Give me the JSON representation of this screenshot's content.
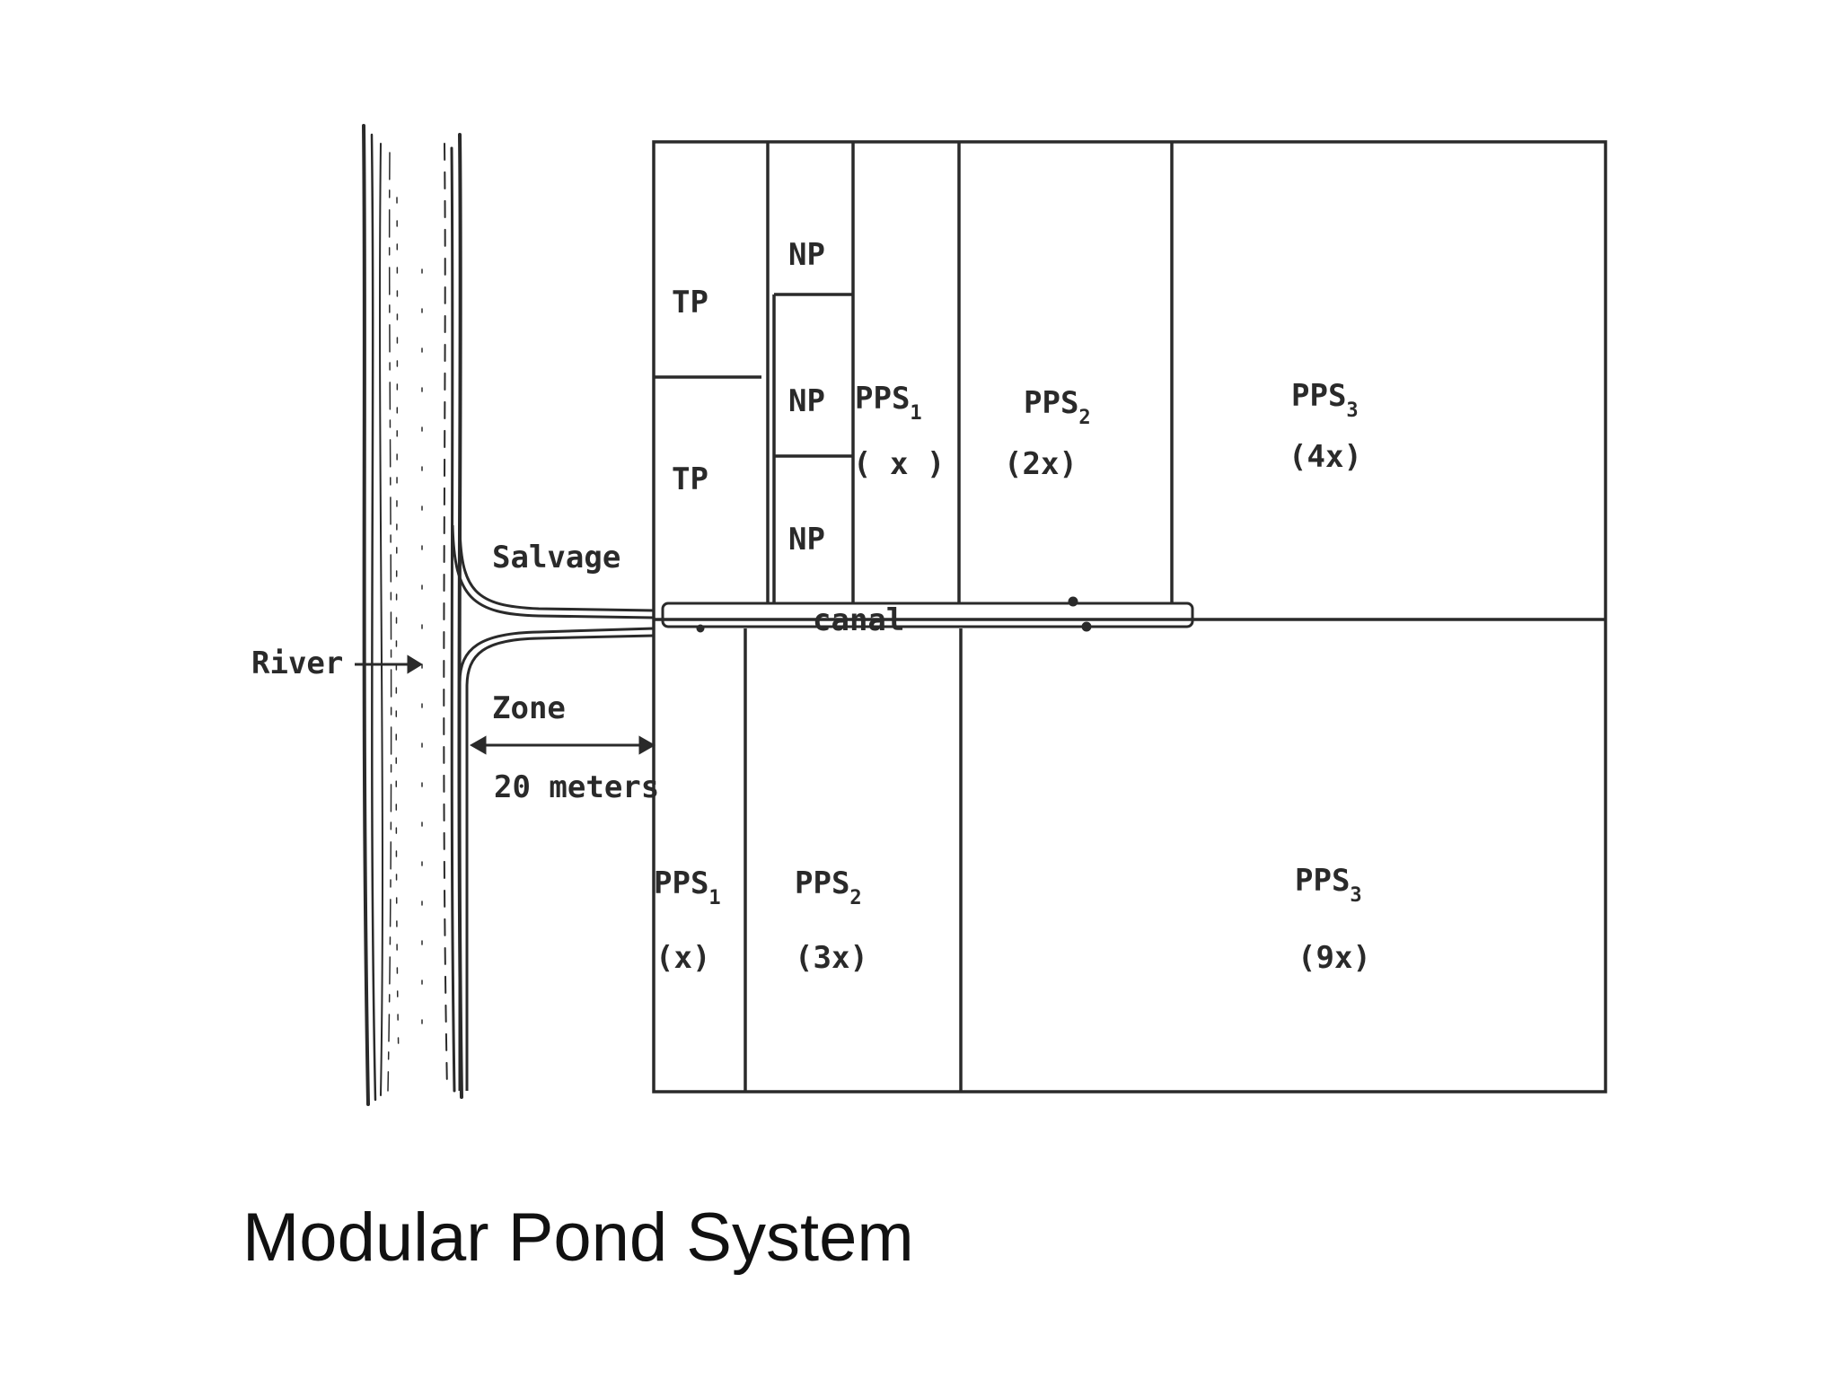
{
  "caption": "Modular Pond System",
  "colors": {
    "line": "#2a2a2a",
    "background": "#ffffff"
  },
  "labels": {
    "river": "River",
    "salvage": "Salvage",
    "zone": "Zone",
    "distance": "20 meters",
    "canal": "canal"
  },
  "ponds": {
    "tp_top": "TP",
    "tp_bottom": "TP",
    "np_top": "NP",
    "np_mid": "NP",
    "np_bottom": "NP",
    "upper_pps1": {
      "name": "PPS",
      "sub": "1",
      "factor": "( x )"
    },
    "upper_pps2": {
      "name": "PPS",
      "sub": "2",
      "factor": "(2x)"
    },
    "upper_pps3": {
      "name": "PPS",
      "sub": "3",
      "factor": "(4x)"
    },
    "lower_pps1": {
      "name": "PPS",
      "sub": "1",
      "factor": "(x)"
    },
    "lower_pps2": {
      "name": "PPS",
      "sub": "2",
      "factor": "(3x)"
    },
    "lower_pps3": {
      "name": "PPS",
      "sub": "3",
      "factor": "(9x)"
    }
  }
}
